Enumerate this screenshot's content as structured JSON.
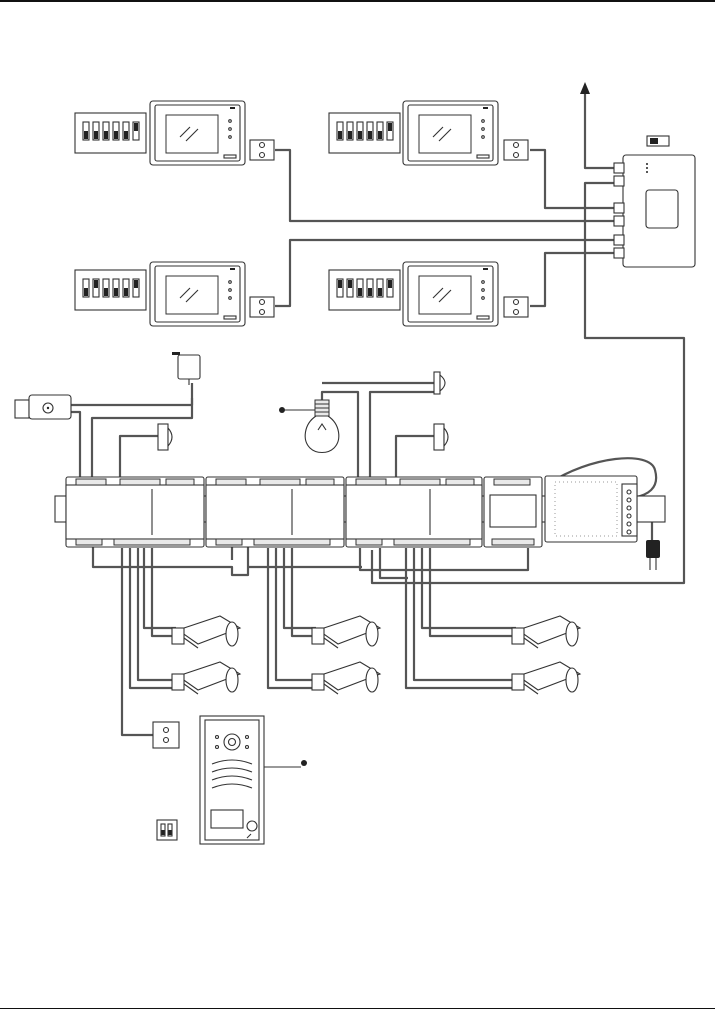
{
  "page": {
    "background": "#ffffff",
    "line_color": "#555555",
    "outline_color": "#333333"
  },
  "components": {
    "indoor_monitors": {
      "count": 4,
      "icon": "video-monitor-icon"
    },
    "dip_switches": {
      "icon": "dip-switch-icon"
    },
    "distributor": {
      "icon": "distributor-box-icon"
    },
    "controller_modules": {
      "count": 3,
      "icon": "din-rail-module-icon"
    },
    "power_supply": {
      "icon": "power-supply-icon"
    },
    "cameras": {
      "count": 6,
      "icon": "cctv-camera-icon"
    },
    "door_station": {
      "icon": "door-station-icon"
    },
    "electric_lock": {
      "icon": "lock-icon"
    },
    "lamp": {
      "icon": "light-bulb-icon"
    },
    "exit_buttons": {
      "icon": "push-button-icon"
    },
    "adapter": {
      "icon": "power-adapter-icon"
    },
    "plug": {
      "icon": "mains-plug-icon"
    }
  }
}
